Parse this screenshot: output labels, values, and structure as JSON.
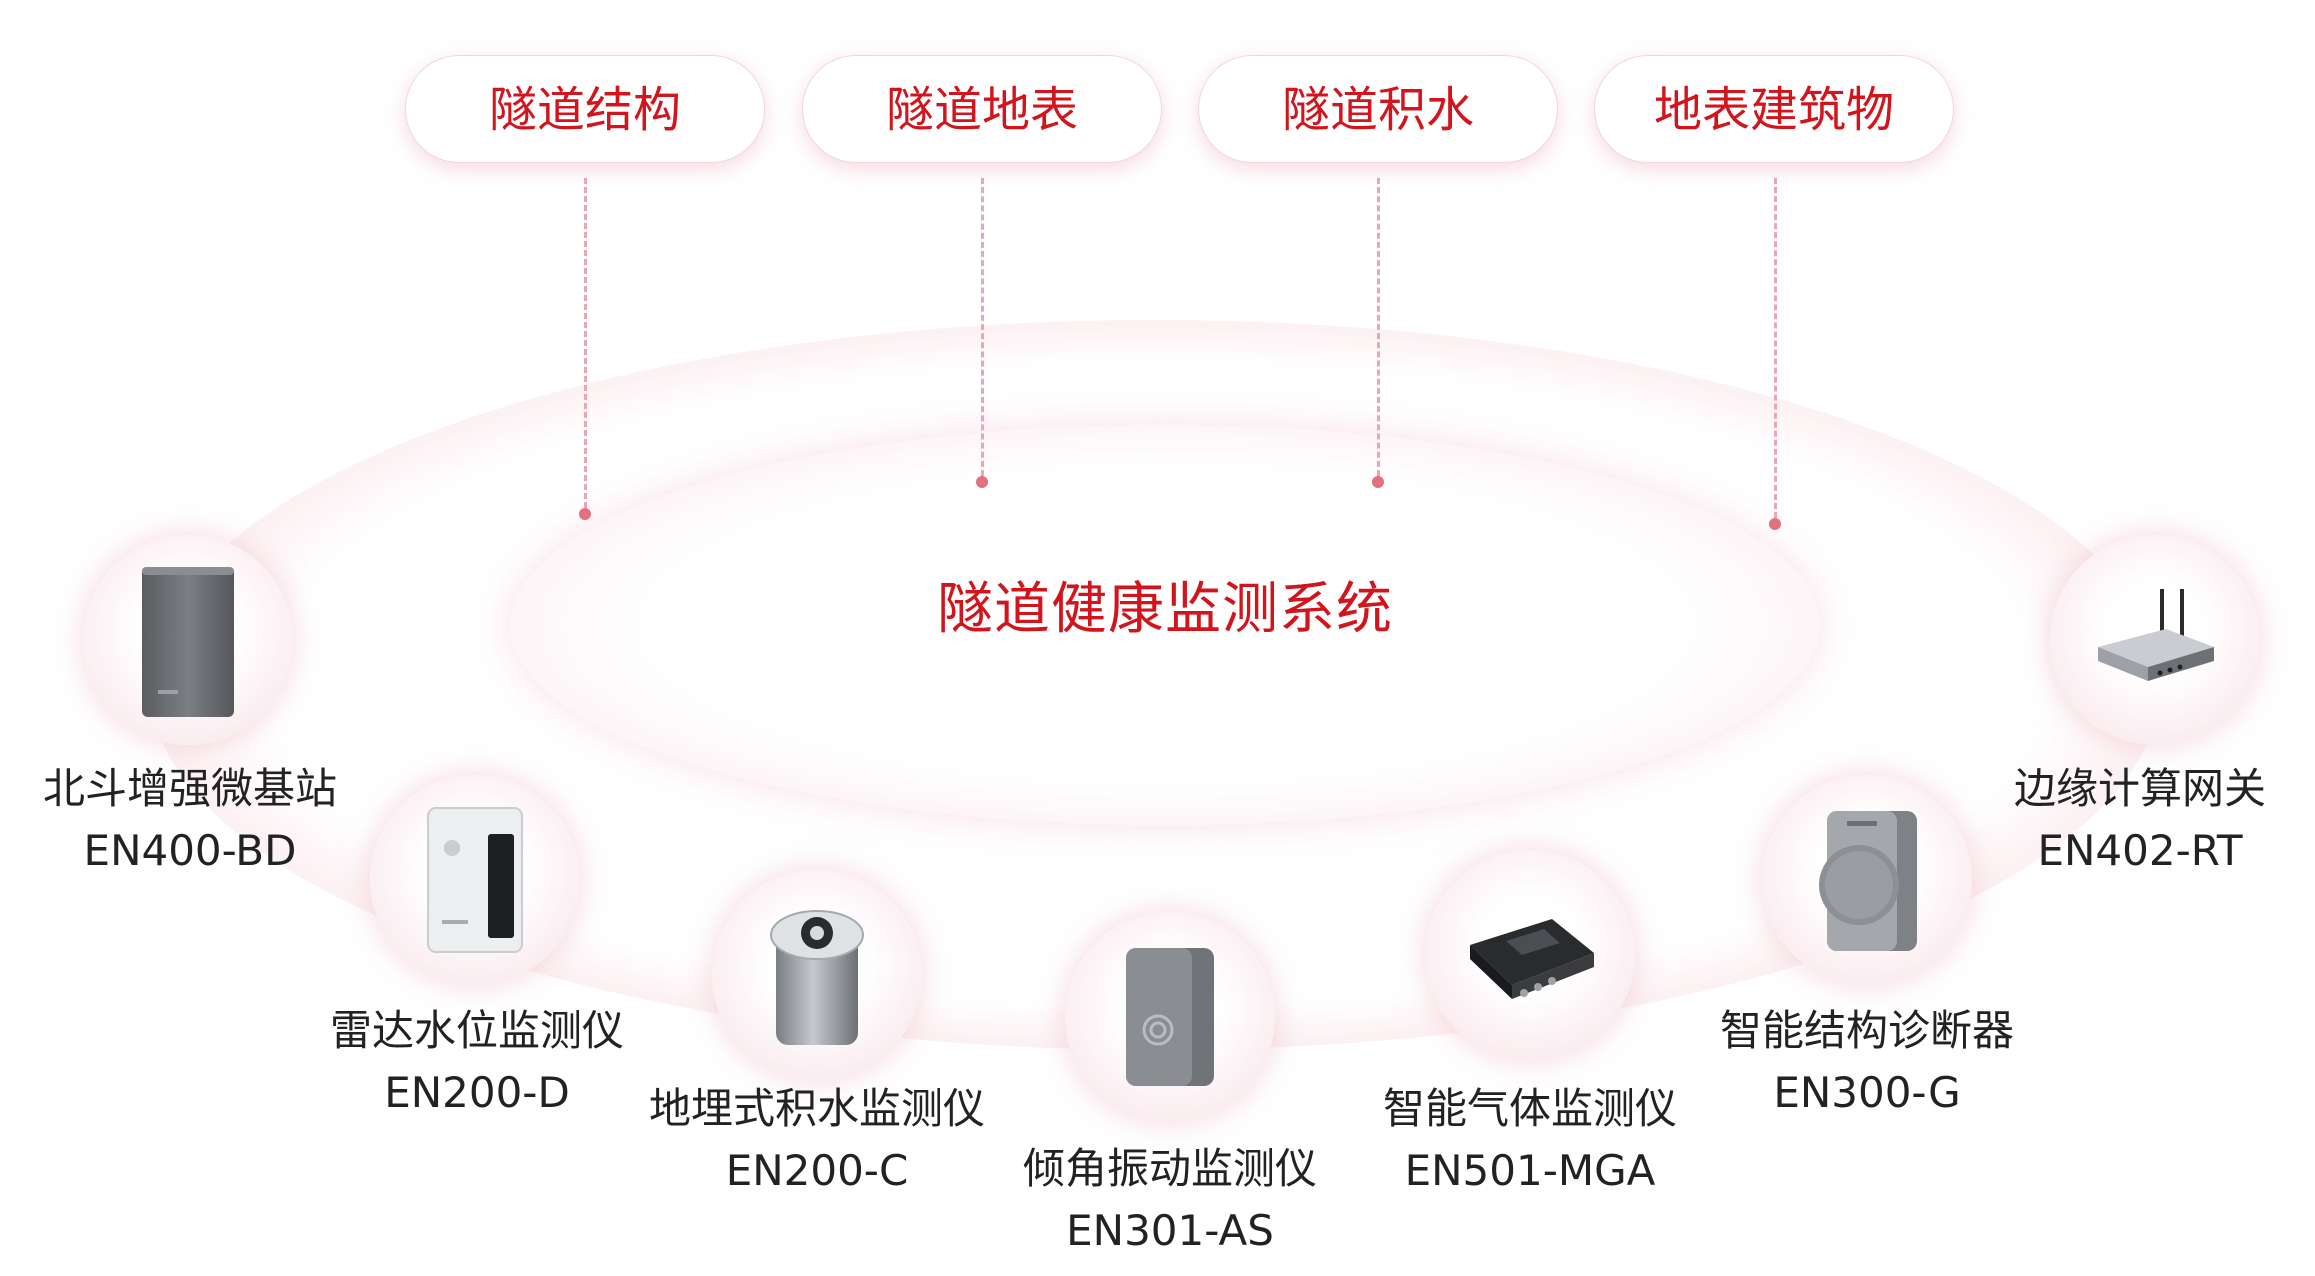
{
  "center_title": "隧道健康监测系统",
  "categories": [
    {
      "label": "隧道结构"
    },
    {
      "label": "隧道地表"
    },
    {
      "label": "隧道积水"
    },
    {
      "label": "地表建筑物"
    }
  ],
  "devices": [
    {
      "name": "北斗增强微基站",
      "code": "EN400-BD",
      "icon": "gnss-base-station-icon"
    },
    {
      "name": "雷达水位监测仪",
      "code": "EN200-D",
      "icon": "radar-water-level-icon"
    },
    {
      "name": "地埋式积水监测仪",
      "code": "EN200-C",
      "icon": "buried-water-sensor-icon"
    },
    {
      "name": "倾角振动监测仪",
      "code": "EN301-AS",
      "icon": "tilt-vibration-sensor-icon"
    },
    {
      "name": "智能气体监测仪",
      "code": "EN501-MGA",
      "icon": "gas-monitor-icon"
    },
    {
      "name": "智能结构诊断器",
      "code": "EN300-G",
      "icon": "structure-diagnostic-icon"
    },
    {
      "name": "边缘计算网关",
      "code": "EN402-RT",
      "icon": "edge-gateway-icon"
    }
  ],
  "colors": {
    "accent": "#d2141c",
    "ring": "#f4c8d0",
    "connector": "#e3707f"
  }
}
